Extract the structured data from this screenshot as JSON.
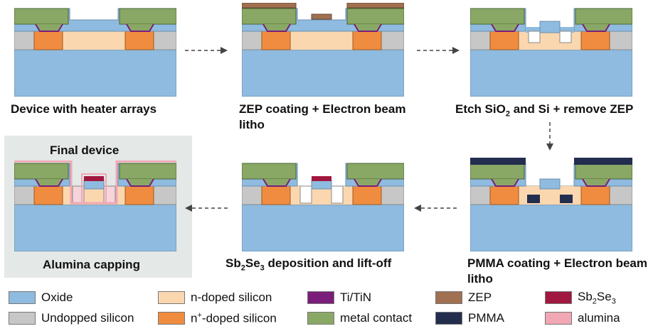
{
  "steps": [
    {
      "id": "s1",
      "caption": "Device with heater arrays"
    },
    {
      "id": "s2",
      "caption": "ZEP coating + Electron beam litho"
    },
    {
      "id": "s3",
      "caption_pre": "Etch SiO",
      "caption_sub": "2",
      "caption_post": " and Si + remove ZEP"
    },
    {
      "id": "s4",
      "caption": "PMMA coating + Electron beam litho"
    },
    {
      "id": "s5",
      "caption_pre": "Sb",
      "caption_sub": "2",
      "caption_mid": "Se",
      "caption_sub2": "3",
      "caption_post": " deposition and lift-off"
    },
    {
      "id": "s6",
      "caption_top": "Final device",
      "caption": "Alumina capping"
    }
  ],
  "legend": [
    {
      "label": "Oxide",
      "color": "#8ebbdf"
    },
    {
      "label": "Undopped silicon",
      "color": "#c7c7c7"
    },
    {
      "label": "n-doped silicon",
      "color": "#fbd7b0"
    },
    {
      "label": "n+-doped silicon",
      "label_pre": "n",
      "label_sup": "+",
      "label_post": "-doped silicon",
      "color": "#f08c40"
    },
    {
      "label": "Ti/TiN",
      "color": "#7b1e7a"
    },
    {
      "label": "metal contact",
      "color": "#8aa865"
    },
    {
      "label": "ZEP",
      "color": "#a07050"
    },
    {
      "label": "PMMA",
      "color": "#232e4f"
    },
    {
      "label": "Sb2Se3",
      "label_pre": "Sb",
      "label_sub": "2",
      "label_mid": "Se",
      "label_sub2": "3",
      "color": "#a0173f"
    },
    {
      "label": "alumina",
      "color": "#f1a7b4"
    }
  ]
}
